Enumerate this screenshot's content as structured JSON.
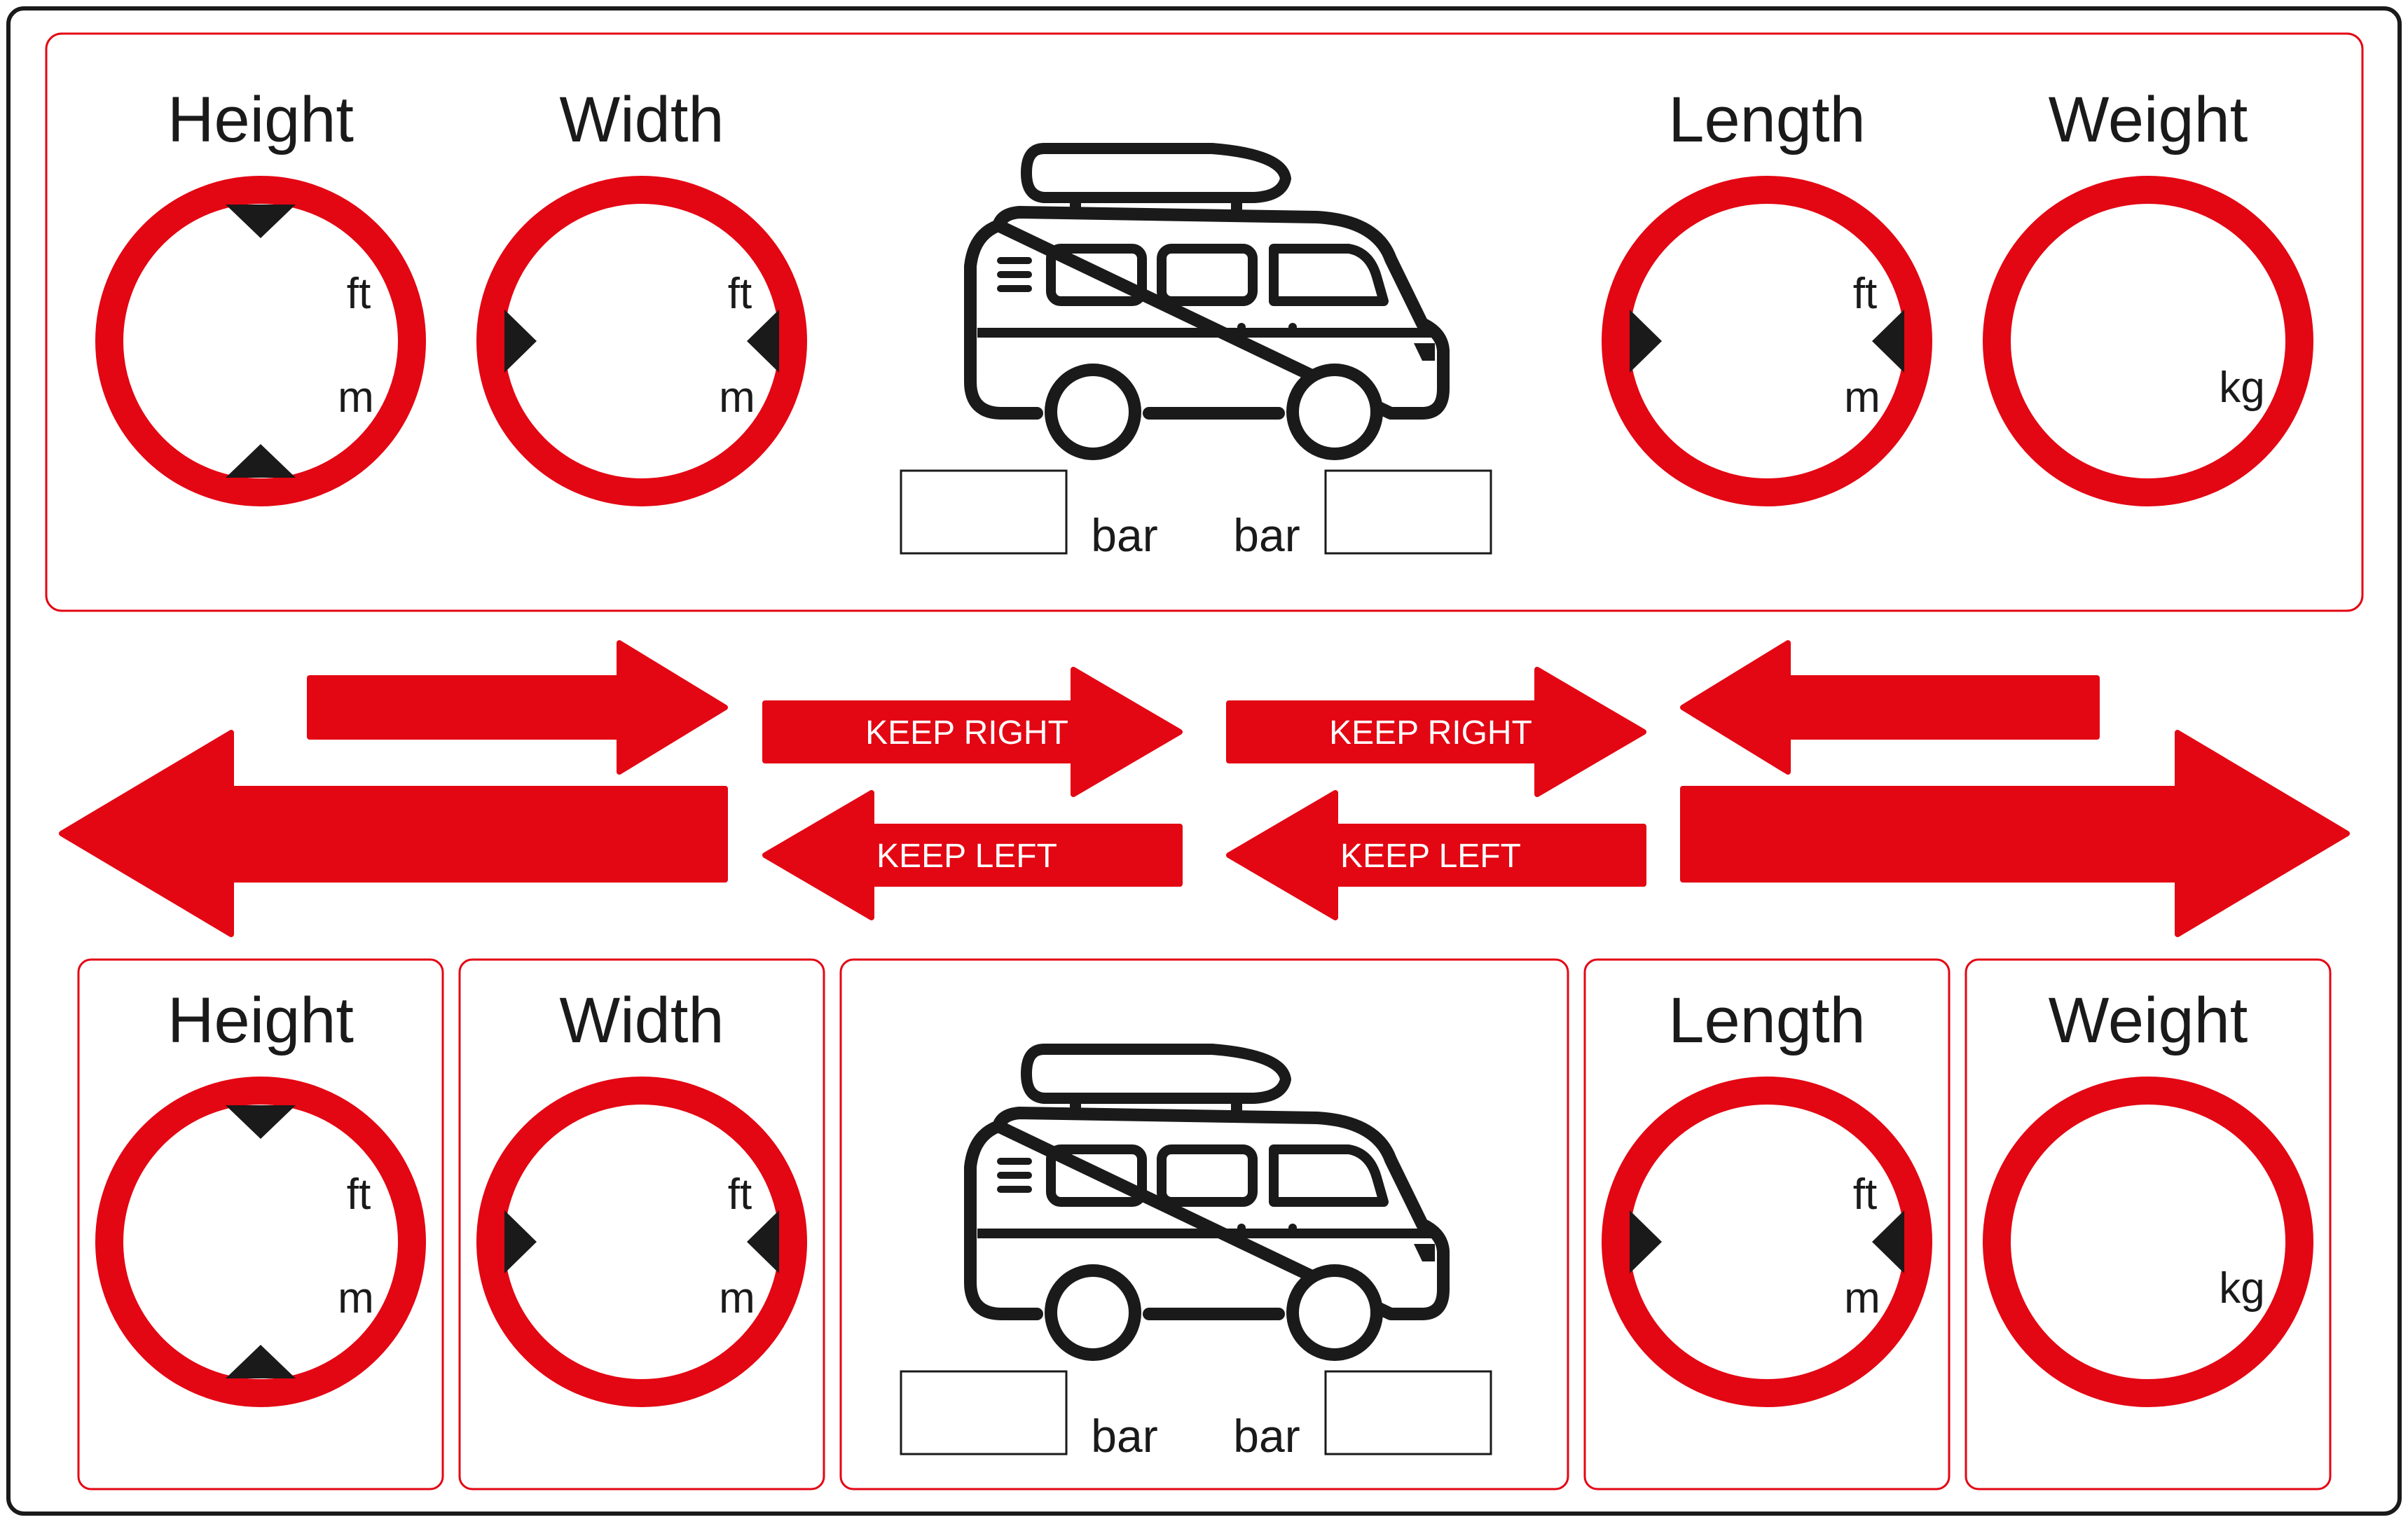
{
  "colors": {
    "red": "#e30613",
    "black": "#1a1a1a",
    "white": "#ffffff"
  },
  "top_panel": {
    "signs": [
      {
        "title": "Height",
        "unit_top": "ft",
        "unit_bottom": "m",
        "markers": "vertical"
      },
      {
        "title": "Width",
        "unit_top": "ft",
        "unit_bottom": "m",
        "markers": "horizontal"
      },
      {
        "title": "Length",
        "unit_top": "ft",
        "unit_bottom": "m",
        "markers": "horizontal"
      },
      {
        "title": "Weight",
        "unit_top": "",
        "unit_bottom": "kg",
        "markers": "none"
      }
    ],
    "van_icon": "campervan-icon",
    "pressure": {
      "left_unit": "bar",
      "right_unit": "bar"
    }
  },
  "arrows": {
    "keep_right": "KEEP RIGHT",
    "keep_left": "KEEP LEFT"
  },
  "bottom_panel": {
    "signs": [
      {
        "title": "Height",
        "unit_top": "ft",
        "unit_bottom": "m",
        "markers": "vertical"
      },
      {
        "title": "Width",
        "unit_top": "ft",
        "unit_bottom": "m",
        "markers": "horizontal"
      },
      {
        "title": "Length",
        "unit_top": "ft",
        "unit_bottom": "m",
        "markers": "horizontal"
      },
      {
        "title": "Weight",
        "unit_top": "",
        "unit_bottom": "kg",
        "markers": "none"
      }
    ],
    "van_icon": "campervan-icon",
    "pressure": {
      "left_unit": "bar",
      "right_unit": "bar"
    }
  }
}
